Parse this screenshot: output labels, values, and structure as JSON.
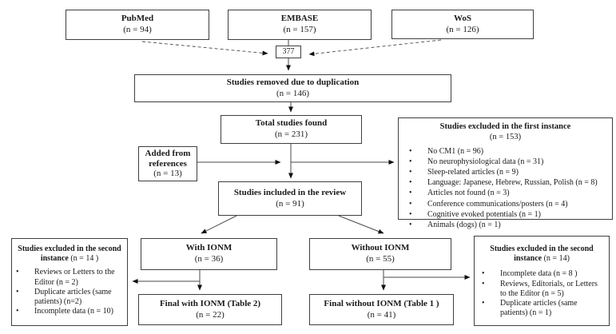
{
  "sources": {
    "pubmed": {
      "title": "PubMed",
      "count": "(n = 94)"
    },
    "embase": {
      "title": "EMBASE",
      "count": "(n = 157)"
    },
    "wos": {
      "title": "WoS",
      "count": "(n = 126)"
    }
  },
  "merge_count": "377",
  "duplication": {
    "title": "Studies removed due to duplication",
    "count": "(n = 146)"
  },
  "total": {
    "title": "Total studies found",
    "count": "(n = 231)"
  },
  "added_refs": {
    "title": "Added from references",
    "count": "(n = 13)"
  },
  "first_exclusion": {
    "title": "Studies excluded in the first instance",
    "count": "(n = 153)",
    "items": [
      "No CM1 (n = 96)",
      "No neurophysiological data (n = 31)",
      "Sleep-related articles (n = 9)",
      "Language: Japanese, Hebrew, Russian, Polish (n = 8)",
      "Articles not found (n = 3)",
      "Conference communications/posters (n = 4)",
      "Cognitive evoked potentials (n = 1)",
      "Animals (dogs) (n = 1)"
    ]
  },
  "included": {
    "title": "Studies included in the review",
    "count": "(n = 91)"
  },
  "second_exclusion_left": {
    "title": "Studies excluded in the second instance",
    "count": "(n = 14 )",
    "items": [
      "Reviews or Letters to the Editor (n = 2)",
      "Duplicate articles (same patients) (n=2)",
      "Incomplete data (n = 10)"
    ]
  },
  "with_ionm": {
    "title": "With IONM",
    "count": "(n = 36)"
  },
  "without_ionm": {
    "title": "Without IONM",
    "count": "(n = 55)"
  },
  "second_exclusion_right": {
    "title": "Studies excluded in the second instance",
    "count": "(n = 14)",
    "items": [
      "Incomplete data (n = 8 )",
      "Reviews, Editorials, or Letters to the Editor (n = 5)",
      "Duplicate articles (same patients) (n = 1)"
    ]
  },
  "final_with": {
    "title": "Final with IONM (Table 2)",
    "count": "(n = 22)"
  },
  "final_without": {
    "title": "Final without IONM (Table 1 )",
    "count": "(n = 41)"
  },
  "colors": {
    "line": "#4a4a4a",
    "arrowhead": "#111111",
    "border": "#3f3f3f"
  }
}
